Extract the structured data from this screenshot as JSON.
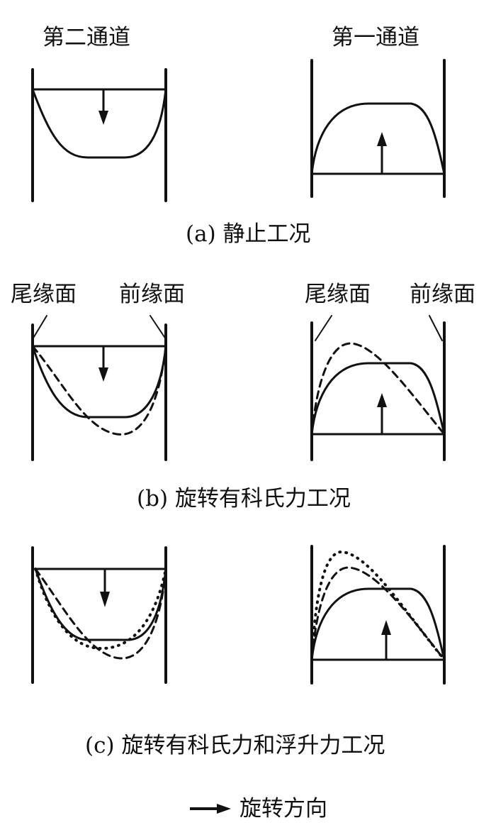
{
  "headers": {
    "left": "第二通道",
    "right": "第一通道"
  },
  "captions": {
    "a": "(a) 静止工况",
    "b": "(b) 旋转有科氏力工况",
    "c": "(c) 旋转有科氏力和浮升力工况"
  },
  "face_labels": {
    "trailing": "尾缘面",
    "leading": "前缘面"
  },
  "legend": {
    "label": "旋转方向",
    "icon": "arrow-right-icon"
  },
  "style": {
    "stroke": "#111111",
    "background": "#ffffff"
  }
}
